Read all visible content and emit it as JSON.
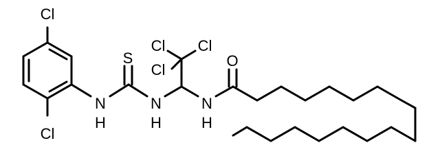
{
  "molecule": {
    "atoms": {
      "cl_ring_top": "Cl",
      "cl_ring_bottom": "Cl",
      "s_thio": "S",
      "nh_left_n": "N",
      "nh_left_h": "H",
      "nh_mid_n": "N",
      "nh_mid_h": "H",
      "nh_right_n": "N",
      "nh_right_h": "H",
      "cl_top_left": "Cl",
      "cl_top_right": "Cl",
      "cl_mid": "Cl",
      "o_carbonyl": "O"
    }
  }
}
